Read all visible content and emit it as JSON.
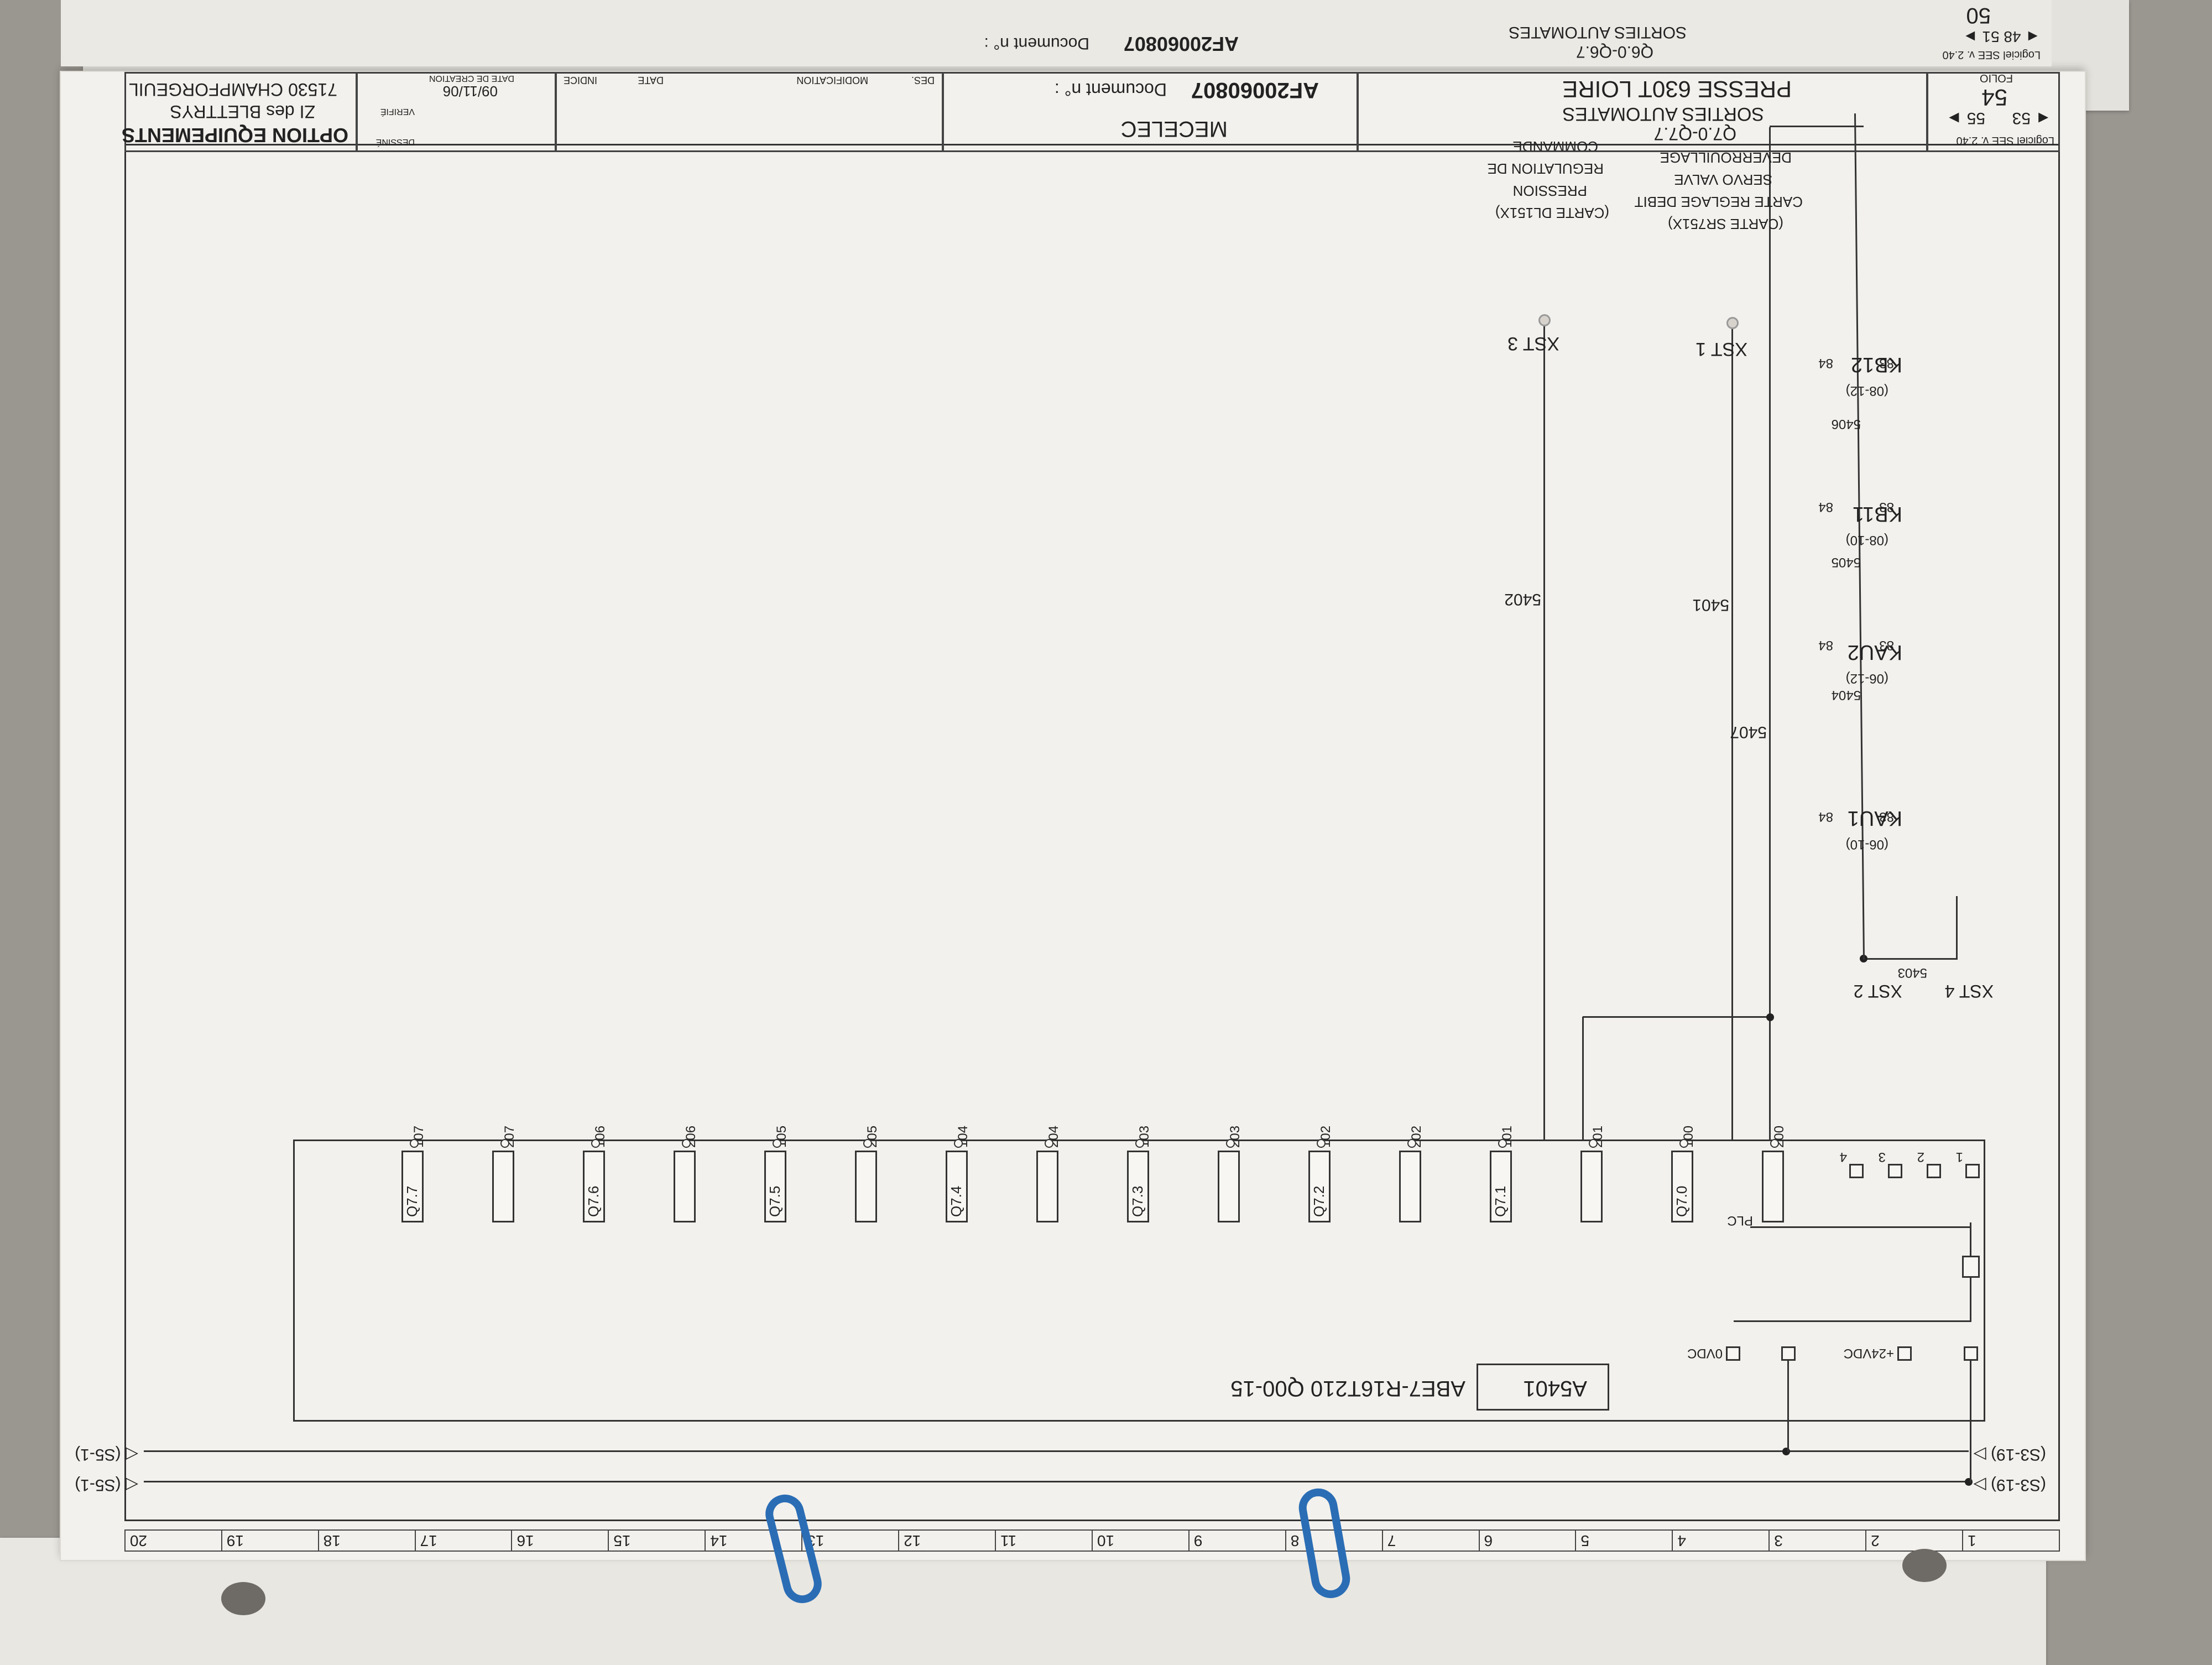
{
  "titleblock": {
    "company_name": "OPTION EQUIPEMENTS",
    "company_addr1": "ZI des BLETTRYS",
    "company_addr2": "71530 CHAMPFORGEUIL",
    "dessine_label": "DESSINÉ",
    "verifie_label": "VERIFIÉ",
    "date_creation_label": "DATE DE CREATION",
    "date_creation": "09/11/06",
    "indice_label": "INDICE",
    "date_label": "DATE",
    "modification_label": "MODIFICATION",
    "des_label": "DES.",
    "client": "MECELEC",
    "doc_label": "Document n° :",
    "doc_number": "AF20060807",
    "machine": "PRESSE 630T LOIRE",
    "sheet_title": "SORTIES AUTOMATES",
    "sheet_range": "Q7.0-Q7.7",
    "software": "Logiciel SEE v. 2.40",
    "folio_label": "FOLIO",
    "folio": "54",
    "folio_prev": "◄ 53",
    "folio_next": "55 ►"
  },
  "column_numbers": [
    "1",
    "2",
    "3",
    "4",
    "5",
    "6",
    "7",
    "8",
    "9",
    "10",
    "11",
    "12",
    "13",
    "14",
    "15",
    "16",
    "17",
    "18",
    "19",
    "20"
  ],
  "power_refs": {
    "l1_left": "(S3-19) ▷",
    "l1_right": "◁ (S5-1)",
    "l2_left": "(S3-19) ▷",
    "l2_right": "◁ (S5-1)"
  },
  "plc": {
    "module_ref": "ABE7-R16T210 Q00-15",
    "module_tag": "A5401",
    "plc_label": "PLC",
    "supply_24": "+24VDC",
    "supply_0": "0VDC",
    "pins_top": [
      "1",
      "2",
      "3",
      "4"
    ],
    "outputs": [
      {
        "num": "200",
        "label": ""
      },
      {
        "num": "100",
        "label": "Q7.0"
      },
      {
        "num": "201",
        "label": ""
      },
      {
        "num": "101",
        "label": "Q7.1"
      },
      {
        "num": "202",
        "label": ""
      },
      {
        "num": "102",
        "label": "Q7.2"
      },
      {
        "num": "203",
        "label": ""
      },
      {
        "num": "103",
        "label": "Q7.3"
      },
      {
        "num": "204",
        "label": ""
      },
      {
        "num": "104",
        "label": "Q7.4"
      },
      {
        "num": "205",
        "label": ""
      },
      {
        "num": "105",
        "label": "Q7.5"
      },
      {
        "num": "206",
        "label": ""
      },
      {
        "num": "106",
        "label": "Q7.6"
      },
      {
        "num": "207",
        "label": ""
      },
      {
        "num": "107",
        "label": "Q7.7"
      }
    ]
  },
  "wires": {
    "w5401": "5401",
    "w5402": "5402",
    "w5403": "5403",
    "w5404": "5404",
    "w5405": "5405",
    "w5406": "5406",
    "w5407": "5407"
  },
  "terminals": {
    "xst4": "XST 4",
    "xst2": "XST 2",
    "xst1": "XST 1",
    "xst3": "XST 3"
  },
  "relays": [
    {
      "name": "KAU1",
      "ref": "(06-10)",
      "a": "83",
      "b": "84"
    },
    {
      "name": "KAU2",
      "ref": "(06-12)",
      "a": "83",
      "b": "84"
    },
    {
      "name": "KB11",
      "ref": "(08-10)",
      "a": "83",
      "b": "84"
    },
    {
      "name": "KB12",
      "ref": "(08-12)",
      "a": "83",
      "b": "84"
    }
  ],
  "descriptions": {
    "d1_l1": "DEVERROUILLAGE",
    "d1_l2": "SERVO VALVE",
    "d1_l3": "CARTE REGLAGE DEBIT",
    "d1_l4": "(CARTE SR751X)",
    "d2_l1": "COMMANDE",
    "d2_l2": "REGULATION DE",
    "d2_l3": "PRESSION",
    "d2_l4": "(CARTE DL151X)"
  },
  "back_sheet": {
    "doc_label": "Document n° :",
    "doc_number": "AF20060807",
    "title": "SORTIES AUTOMATES",
    "range": "Q6.0-Q6.7",
    "software": "Logiciel SEE v. 2.40",
    "folio": "50",
    "folio_nav": "◄ 48   51 ►"
  },
  "colors": {
    "paper": "#f3f1ed",
    "ink": "#333333",
    "binder_ring": "#2a6db5"
  }
}
